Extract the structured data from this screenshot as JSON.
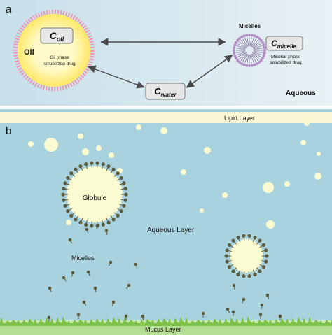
{
  "panel_a": {
    "letter": "a",
    "oil_label": "Oil",
    "c_oil": {
      "symbol": "C",
      "sub": "oil"
    },
    "oil_caption": [
      "Oil phase",
      "solubilized drug"
    ],
    "micelles_label": "Micelles",
    "c_micelle": {
      "symbol": "C",
      "sub": "micelle"
    },
    "micelle_caption": [
      "Micellar phase",
      "solubilized drug"
    ],
    "c_water": {
      "symbol": "C",
      "sub": "water"
    },
    "aqueous_label": "Aqueous",
    "colors": {
      "panel_bg": "#c9e1ec",
      "oil_fill": "#fff5a8",
      "oil_rim": "#e8a0b8",
      "box_fill": "#e6e6e6",
      "arrow": "#4a4a4a"
    }
  },
  "panel_b": {
    "letter": "b",
    "lipid_layer_label": "Lipid Layer",
    "globule_label": "Globule",
    "aqueous_layer_label": "Aqueous Layer",
    "micelles_label": "Micelles",
    "mucus_layer_label": "Mucus Layer",
    "colors": {
      "water": "#a9d2df",
      "lipid_layer": "#fbf7d4",
      "droplet": "#fbfbd2",
      "surfactant": "#5a5a3c",
      "mucus": "#7cc24a",
      "mucus_base": "#c9e8b0"
    }
  }
}
